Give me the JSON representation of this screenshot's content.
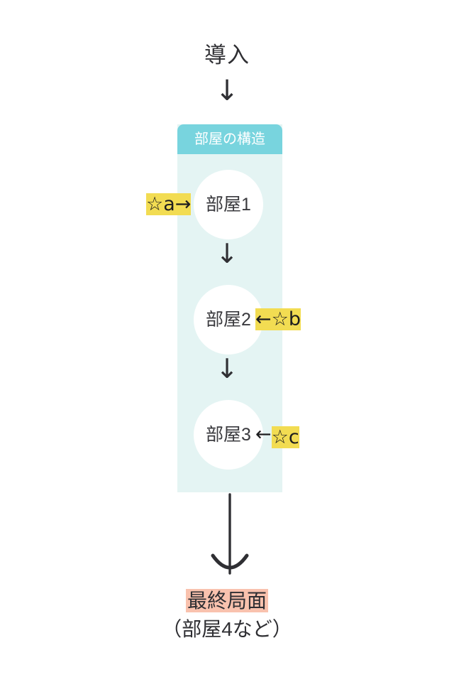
{
  "diagram": {
    "intro": {
      "label": "導入"
    },
    "arrows": {
      "top": "↓",
      "between_1_2": "↓",
      "between_2_3": "↓",
      "to_final": "↓"
    },
    "panel": {
      "title": "部屋の構造",
      "header_color": "#78d4de",
      "body_color": "#e4f4f3",
      "nodes": [
        {
          "label": "部屋1"
        },
        {
          "label": "部屋2"
        },
        {
          "label": "部屋3"
        }
      ]
    },
    "annotations": [
      {
        "id": "a",
        "star": "☆",
        "letter": "a",
        "arrow": "→",
        "highlight_color": "#f2dc52",
        "target": "部屋1"
      },
      {
        "id": "b",
        "star": "☆",
        "letter": "b",
        "arrow": "←",
        "highlight_color": "#f2dc52",
        "target": "部屋2"
      },
      {
        "id": "c",
        "star": "☆",
        "letter": "c",
        "arrow": "←",
        "highlight_color": "#f2dc52",
        "target": "部屋3"
      }
    ],
    "final": {
      "main_label": "最終局面",
      "main_highlight_color": "#f9c2ae",
      "sub_label": "（部屋4など）"
    }
  }
}
